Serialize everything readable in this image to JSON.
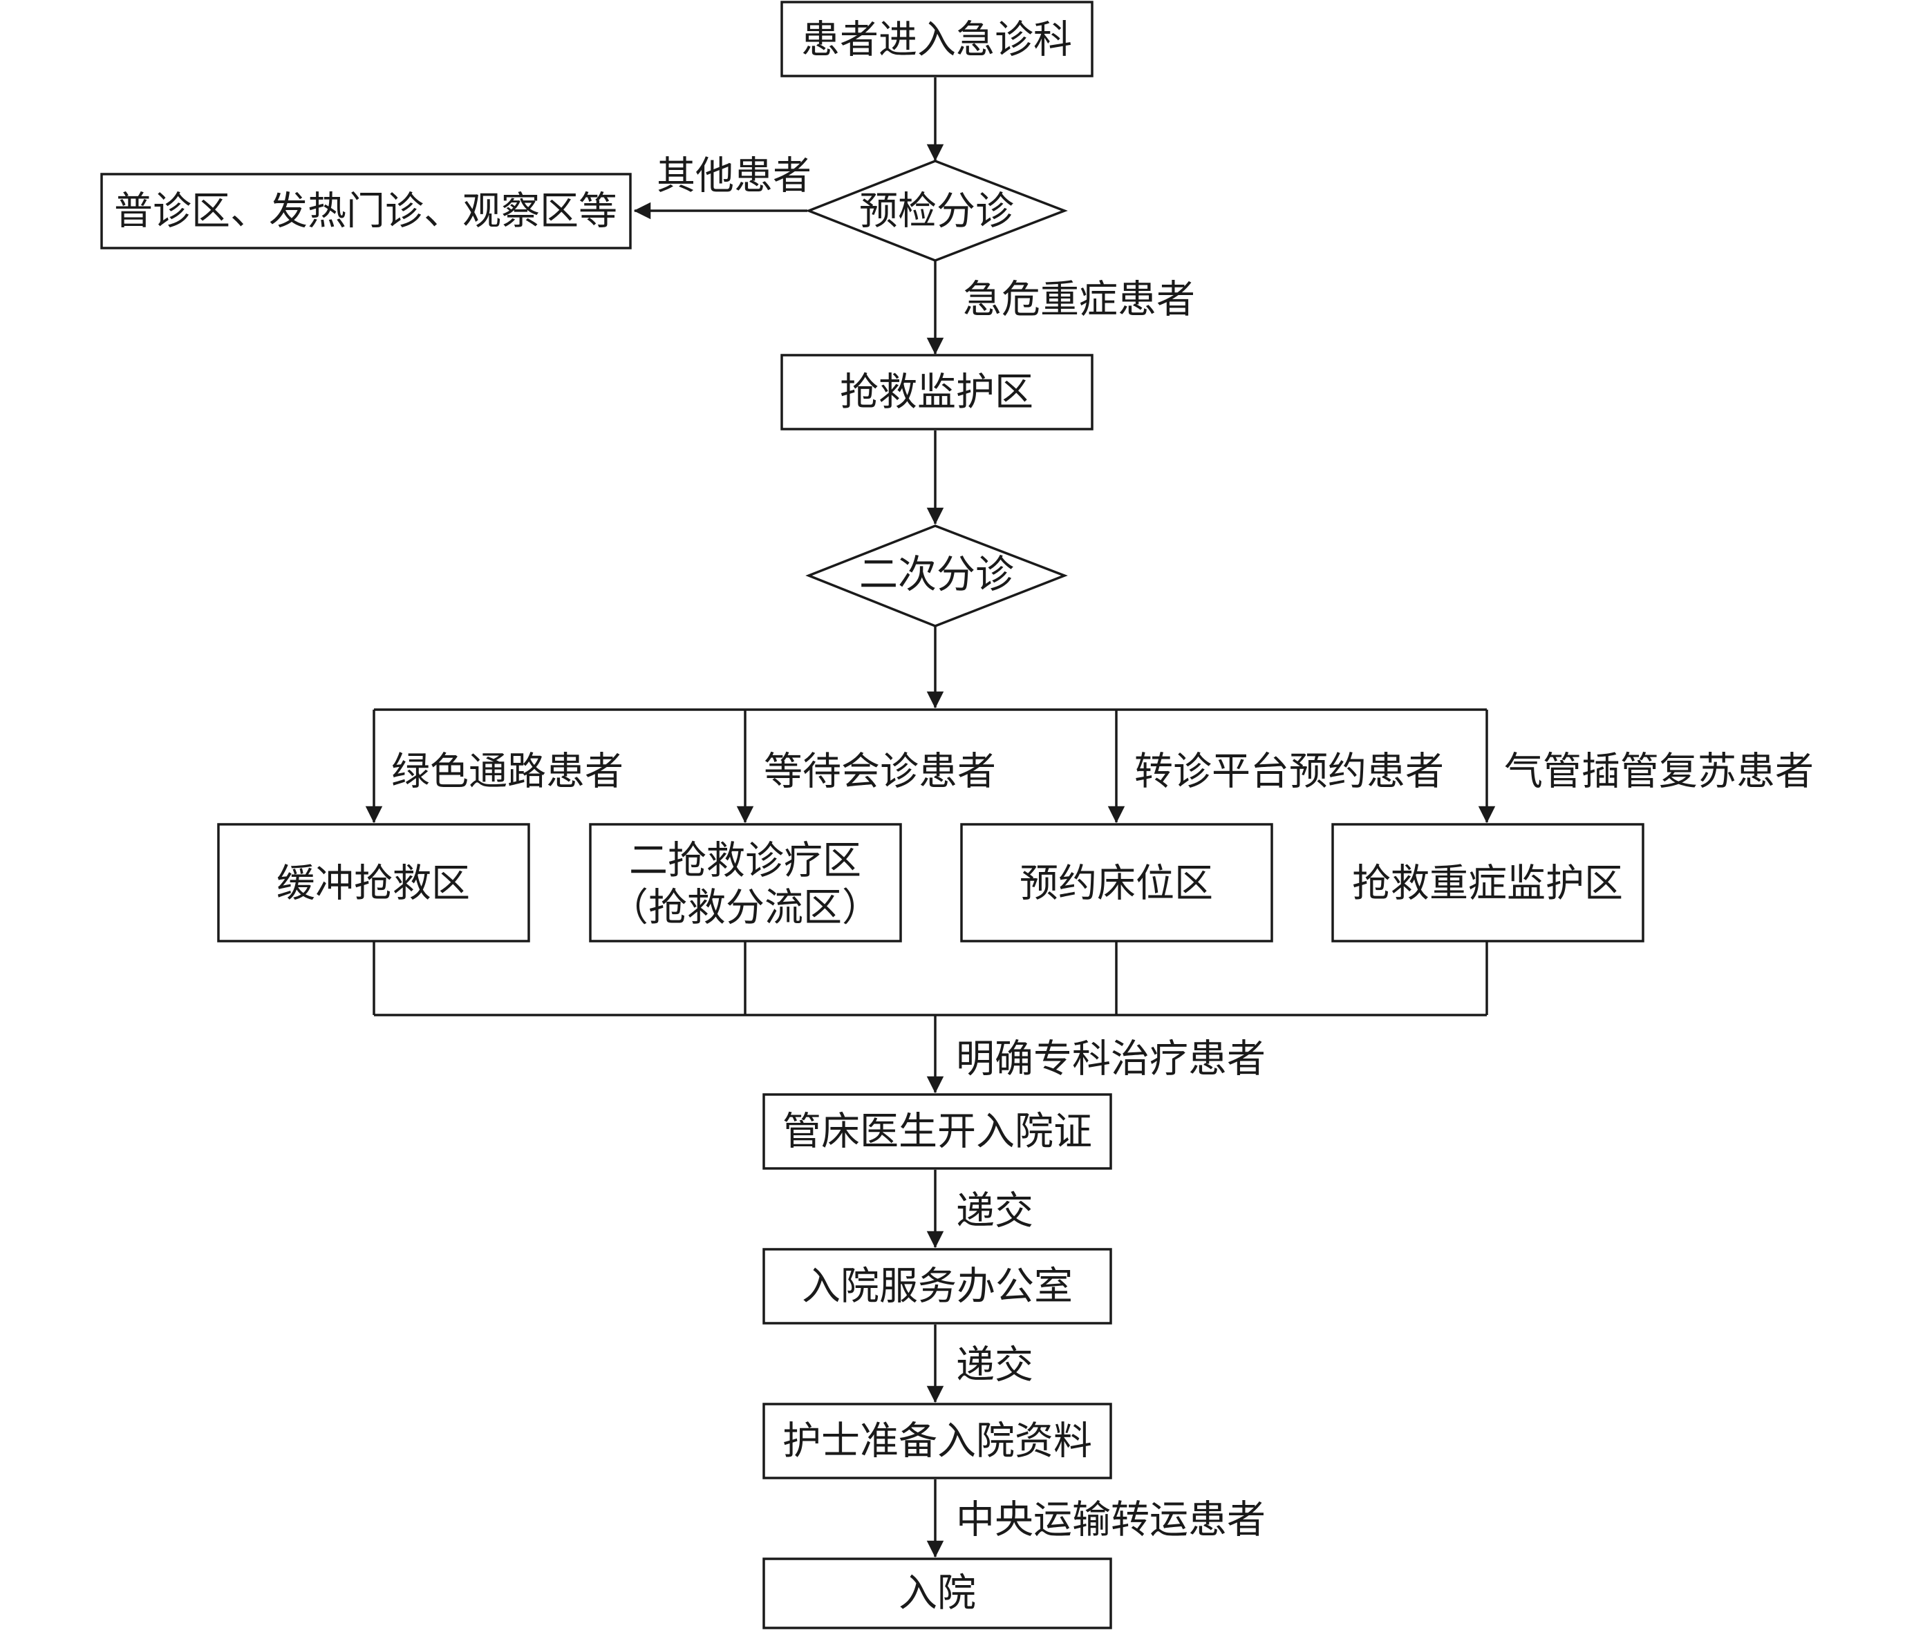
{
  "colors": {
    "stroke": "#1a1a1a",
    "background": "#ffffff"
  },
  "nodes": {
    "enter_er": "患者进入急诊科",
    "pre_triage": "预检分诊",
    "general_area": "普诊区、发热门诊、观察区等",
    "rescue_monitor": "抢救监护区",
    "second_triage": "二次分诊",
    "buffer_rescue": "缓冲抢救区",
    "second_rescue_line1": "二抢救诊疗区",
    "second_rescue_line2": "（抢救分流区）",
    "reserved_bed": "预约床位区",
    "critical_care": "抢救重症监护区",
    "admission_cert": "管床医生开入院证",
    "admission_office": "入院服务办公室",
    "nurse_prepare": "护士准备入院资料",
    "admitted": "入院"
  },
  "edge_labels": {
    "other_patients": "其他患者",
    "critical_patients": "急危重症患者",
    "green_channel": "绿色通路患者",
    "waiting_consult": "等待会诊患者",
    "transfer_platform": "转诊平台预约患者",
    "intubation_resus": "气管插管复苏患者",
    "specialty_treatment": "明确专科治疗患者",
    "submit_1": "递交",
    "submit_2": "递交",
    "central_transport": "中央运输转运患者"
  }
}
